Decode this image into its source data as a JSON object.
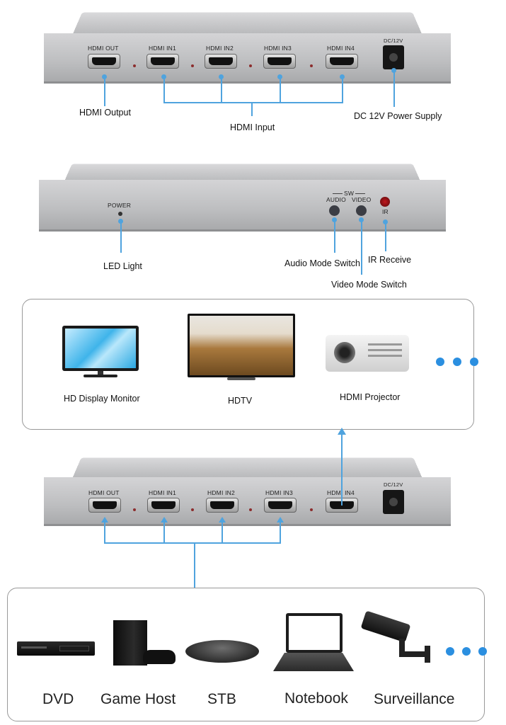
{
  "diagram1": {
    "ports": [
      "HDMI OUT",
      "HDMI IN1",
      "HDMI IN2",
      "HDMI IN3",
      "HDMI IN4"
    ],
    "dc_label": "DC/12V",
    "callouts": {
      "hdmi_output": "HDMI Output",
      "hdmi_input": "HDMI Input",
      "dc_power": "DC 12V Power Supply"
    }
  },
  "diagram2": {
    "power_label": "POWER",
    "sw_label": "SW",
    "audio_label": "AUDIO",
    "video_label": "VIDEO",
    "ir_label": "IR",
    "callouts": {
      "led_light": "LED Light",
      "audio_mode": "Audio Mode Switch",
      "ir_receive": "IR Receive",
      "video_mode": "Video Mode Switch"
    }
  },
  "displays": {
    "items": [
      "HD Display Monitor",
      "HDTV",
      "HDMI Projector"
    ]
  },
  "diagram3": {
    "ports": [
      "HDMI OUT",
      "HDMI IN1",
      "HDMI IN2",
      "HDMI IN3",
      "HDMI IN4"
    ],
    "dc_label": "DC/12V"
  },
  "sources": {
    "items": [
      "DVD",
      "Game Host",
      "STB",
      "Notebook",
      "Surveillance"
    ]
  },
  "colors": {
    "connector": "#4fa3de",
    "more_dots": "#2b8fe0",
    "device": "#c0c1c3"
  }
}
